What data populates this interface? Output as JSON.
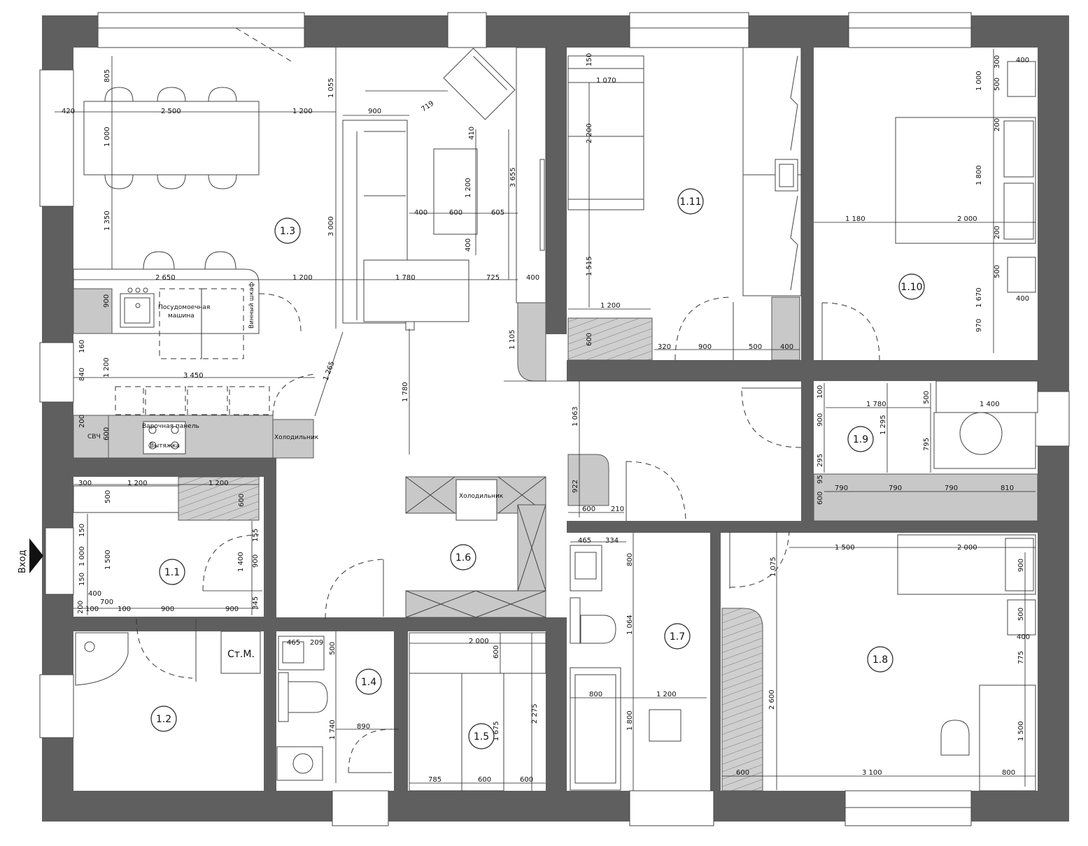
{
  "entrance_label": "Вход",
  "rooms": [
    {
      "id": "1.1"
    },
    {
      "id": "1.2"
    },
    {
      "id": "1.3"
    },
    {
      "id": "1.4"
    },
    {
      "id": "1.5"
    },
    {
      "id": "1.6"
    },
    {
      "id": "1.7"
    },
    {
      "id": "1.8"
    },
    {
      "id": "1.9"
    },
    {
      "id": "1.10"
    },
    {
      "id": "1.11"
    }
  ],
  "labels": {
    "dishwasher_1": "Посудомоечная",
    "dishwasher_2": "машина",
    "wine_cabinet": "Винный шкаф",
    "hob": "Варочная панель",
    "hood": "Вытяжка",
    "microwave": "СВЧ",
    "fridge_kitchen": "Холодильник",
    "fridge_storage": "Холодильник",
    "washer": "Ст.М."
  },
  "dimensions": {
    "d805": "805",
    "d420": "420",
    "d2500": "2 500",
    "d1200a": "1 200",
    "d900a": "900",
    "d1055": "1 055",
    "d719": "719",
    "d410": "410",
    "d1000a": "1 000",
    "d3655": "3 655",
    "d1200b": "1 200",
    "d400a": "400",
    "d600a": "600",
    "d605": "605",
    "d1350": "1 350",
    "d3000": "3 000",
    "d400b": "400",
    "d2650": "2 650",
    "d1200c": "1 200",
    "d1780a": "1 780",
    "d725": "725",
    "d400c": "400",
    "d900b": "900",
    "d160": "160",
    "d1200d": "1 200",
    "d840": "840",
    "d3450": "3 450",
    "d1265": "1 265",
    "d1105": "1 105",
    "d1780b": "1 780",
    "d200a": "200",
    "d600b": "600",
    "d150a": "150",
    "d1070": "1 070",
    "d2200": "2 200",
    "d1515": "1 515",
    "d1200e": "1 200",
    "d600c": "600",
    "d320": "320",
    "d900c": "900",
    "d500a": "500",
    "d400d": "400",
    "d400e": "400",
    "d300a": "300",
    "d1000b": "1 000",
    "d500b": "500",
    "d200b": "200",
    "d1800a": "1 800",
    "d1180": "1 180",
    "d2000a": "2 000",
    "d200c": "200",
    "d500c": "500",
    "d1670": "1 670",
    "d400f": "400",
    "d970": "970",
    "d300b": "300",
    "d1200f": "1 200",
    "d1200g": "1 200",
    "d500d": "500",
    "d600d": "600",
    "d150b": "150",
    "d1000c": "1 000",
    "d1500a": "1 500",
    "d155": "155",
    "d900d": "900",
    "d1400a": "1 400",
    "d345": "345",
    "d150c": "150",
    "d400g": "400",
    "d700": "700",
    "d200d": "200",
    "d100a": "100",
    "d100b": "100",
    "d900e": "900",
    "d900f": "900",
    "d1063": "1 063",
    "d922": "922",
    "d600e": "600",
    "d210": "210",
    "d100c": "100",
    "d1780c": "1 780",
    "d500e": "500",
    "d1400b": "1 400",
    "d900g": "900",
    "d1295": "1 295",
    "d795": "795",
    "d295": "295",
    "d95": "95",
    "d600f": "600",
    "d790a": "790",
    "d790b": "790",
    "d790c": "790",
    "d810": "810",
    "d465a": "465",
    "d209": "209",
    "d500f": "500",
    "d740": "1 740",
    "d890": "890",
    "d2000b": "2 000",
    "d600g": "600",
    "d2275": "2 275",
    "d1675": "1 675",
    "d785": "785",
    "d600h": "600",
    "d600i": "600",
    "d465b": "465",
    "d334": "334",
    "d800a": "800",
    "d1064": "1 064",
    "d800b": "800",
    "d1200h": "1 200",
    "d1800b": "1 800",
    "d1075": "1 075",
    "d1500b": "1 500",
    "d2000c": "2 000",
    "d900h": "900",
    "d500g": "500",
    "d400h": "400",
    "d775": "775",
    "d2600": "2 600",
    "d1500c": "1 500",
    "d600j": "600",
    "d3100": "3 100",
    "d800c": "800"
  }
}
